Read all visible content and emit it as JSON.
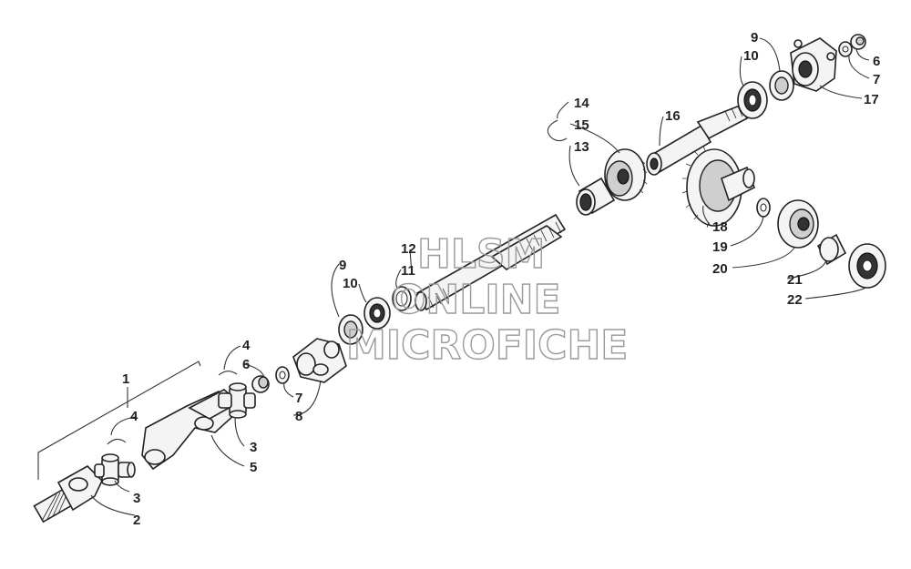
{
  "watermark": {
    "line1": "HLSM",
    "line2": "ONLINE",
    "line3": "MICROFICHE"
  },
  "callouts": {
    "c1": "1",
    "c2": "2",
    "c3a": "3",
    "c4a": "4",
    "c3b": "3",
    "c4b": "4",
    "c5": "5",
    "c6a": "6",
    "c7a": "7",
    "c8": "8",
    "c9a": "9",
    "c10a": "10",
    "c11": "11",
    "c12": "12",
    "c13": "13",
    "c14": "14",
    "c15": "15",
    "c16": "16",
    "c9b": "9",
    "c10b": "10",
    "c6b": "6",
    "c7b": "7",
    "c17": "17",
    "c18": "18",
    "c19": "19",
    "c20": "20",
    "c21": "21",
    "c22": "22"
  }
}
